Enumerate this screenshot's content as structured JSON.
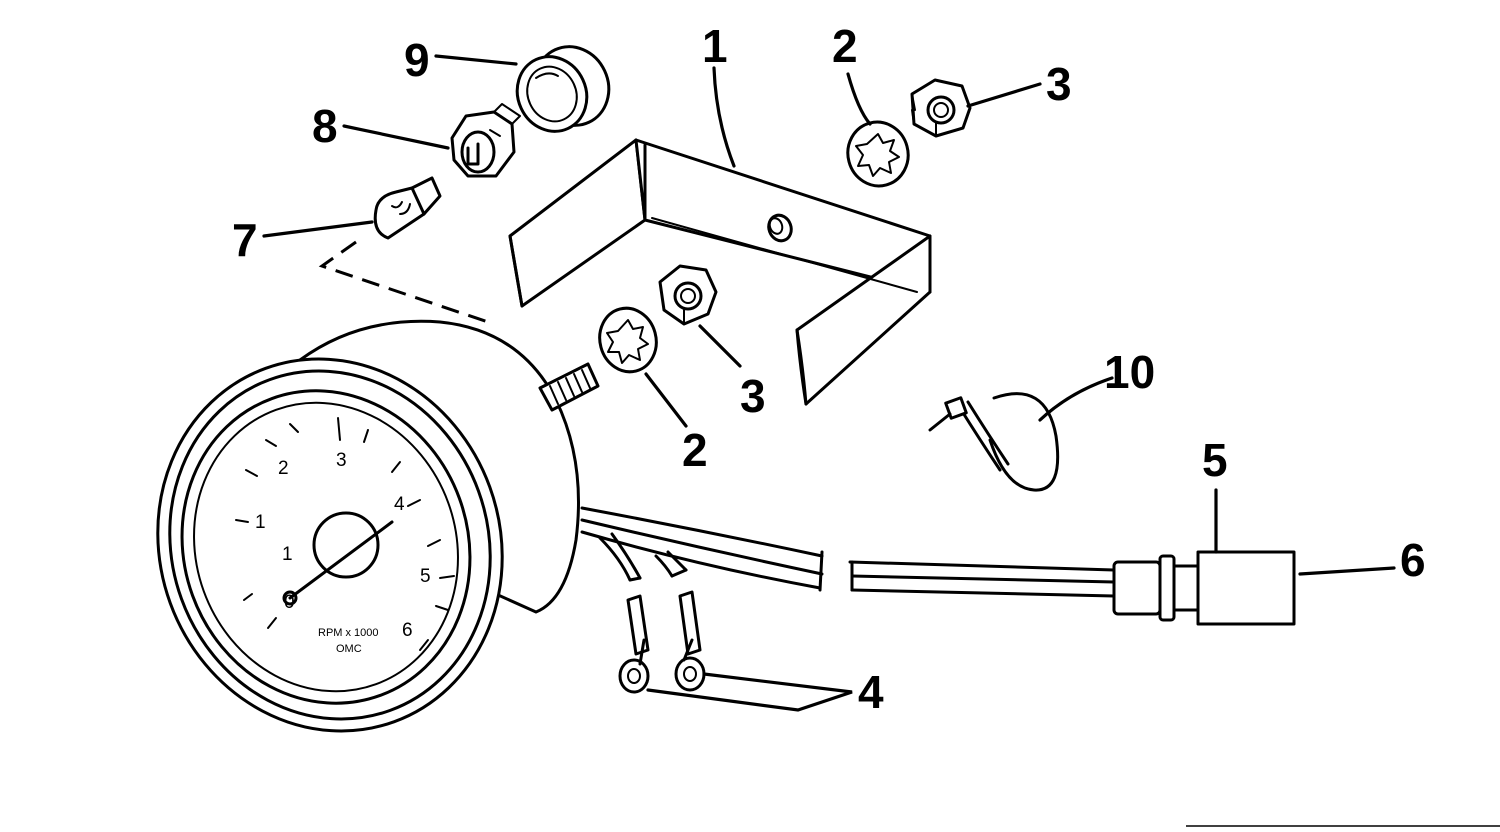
{
  "callouts": {
    "c1": "1",
    "c2a": "2",
    "c2b": "2",
    "c3a": "3",
    "c3b": "3",
    "c4": "4",
    "c5": "5",
    "c6": "6",
    "c7": "7",
    "c8": "8",
    "c9": "9",
    "c10": "10"
  },
  "dial": {
    "n0": "0",
    "n1": "1",
    "n2": "2",
    "n3": "3",
    "n4": "4",
    "n5": "5",
    "n6": "6",
    "n_small": "1",
    "unit_line1": "RPM x 1000",
    "unit_line2": "OMC"
  }
}
